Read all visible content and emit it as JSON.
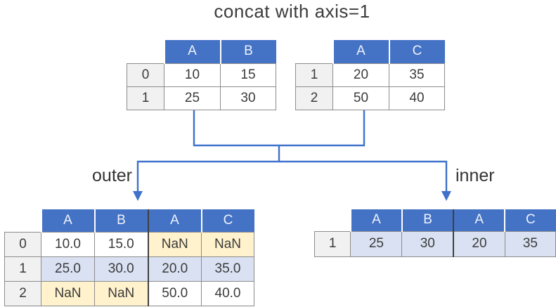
{
  "title": "concat with axis=1",
  "labels": {
    "outer": "outer",
    "inner": "inner"
  },
  "colors": {
    "header_blue": "#4472c4",
    "connector_blue": "#3f72cc",
    "matched_row_blue": "#d9e1f2",
    "nan_cream": "#fff2cc",
    "index_gray": "#f1f1f1",
    "cell_border_gray": "#8c8c8c",
    "table_divider_dark": "#3f3f3f"
  },
  "tables": {
    "top_left": {
      "columns": [
        "A",
        "B"
      ],
      "index": [
        "0",
        "1"
      ],
      "rows": [
        [
          "10",
          "15"
        ],
        [
          "25",
          "30"
        ]
      ],
      "cell_bg": [
        [
          "white",
          "white"
        ],
        [
          "white",
          "white"
        ]
      ],
      "divider_after_col": null
    },
    "top_right": {
      "columns": [
        "A",
        "C"
      ],
      "index": [
        "1",
        "2"
      ],
      "rows": [
        [
          "20",
          "35"
        ],
        [
          "50",
          "40"
        ]
      ],
      "cell_bg": [
        [
          "white",
          "white"
        ],
        [
          "white",
          "white"
        ]
      ],
      "divider_after_col": null
    },
    "outer_result": {
      "columns": [
        "A",
        "B",
        "A",
        "C"
      ],
      "index": [
        "0",
        "1",
        "2"
      ],
      "rows": [
        [
          "10.0",
          "15.0",
          "NaN",
          "NaN"
        ],
        [
          "25.0",
          "30.0",
          "20.0",
          "35.0"
        ],
        [
          "NaN",
          "NaN",
          "50.0",
          "40.0"
        ]
      ],
      "cell_bg": [
        [
          "white",
          "white",
          "cream",
          "cream"
        ],
        [
          "blue",
          "blue",
          "blue",
          "blue"
        ],
        [
          "cream",
          "cream",
          "white",
          "white"
        ]
      ],
      "divider_after_col": 1
    },
    "inner_result": {
      "columns": [
        "A",
        "B",
        "A",
        "C"
      ],
      "index": [
        "1"
      ],
      "rows": [
        [
          "25",
          "30",
          "20",
          "35"
        ]
      ],
      "cell_bg": [
        [
          "blue",
          "blue",
          "blue",
          "blue"
        ]
      ],
      "divider_after_col": 1
    }
  }
}
